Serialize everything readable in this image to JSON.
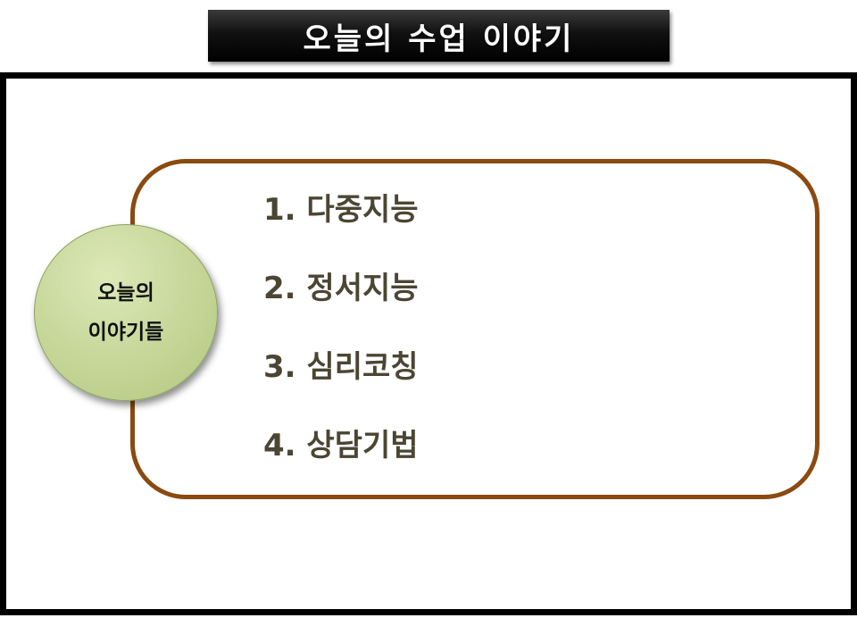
{
  "slide": {
    "title": "오늘의 수업 이야기",
    "badge": {
      "line1": "오늘의",
      "line2": "이야기들"
    },
    "items": [
      {
        "label": "1. 다중지능"
      },
      {
        "label": "2. 정서지능"
      },
      {
        "label": "3. 심리코칭"
      },
      {
        "label": "4. 상담기법"
      }
    ]
  },
  "colors": {
    "title_bg": "#000000",
    "title_text": "#ffffff",
    "frame_border": "#000000",
    "box_border": "#8a4a10",
    "badge_fill": "#c9d99d",
    "item_text": "#4b4633"
  }
}
